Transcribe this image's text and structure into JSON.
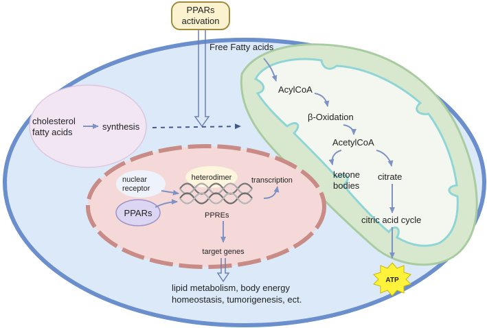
{
  "activation_label_line1": "PPARs",
  "activation_label_line2": "activation",
  "free_fatty_acids": "Free Fatty acids",
  "cholesterol_line1": "cholesterol",
  "cholesterol_line2": "fatty acids",
  "synthesis": "synthesis",
  "mito": {
    "acylcoa": "AcylCoA",
    "beta_oxidation": "β-Oxidation",
    "acetylcoa": "AcetylCoA",
    "ketone_line1": "ketone",
    "ketone_line2": "bodies",
    "citrate": "citrate",
    "citric_acid_cycle": "citric acid cycle"
  },
  "atp": "ATP",
  "nucleus": {
    "nuclear_receptor_line1": "nuclear",
    "nuclear_receptor_line2": "receptor",
    "heterodimer": "heterodimer",
    "transcription": "transcription",
    "ppars": "PPARs",
    "ppres": "PPREs",
    "target_genes": "target genes"
  },
  "outcome_line1": "lipid metabolism, body energy",
  "outcome_line2": "homeostasis, tumorigenesis, ect.",
  "colors": {
    "cell_fill": "#dce9f8",
    "cell_stroke": "#6a8fcc",
    "mito_fill": "#d8e8cf",
    "mito_stroke": "#a9cba0",
    "crista_stroke": "#8fd5d5",
    "nucleus_fill": "#f4d9d8",
    "nucleus_stroke": "#c88b86",
    "arrow": "#7f92c5",
    "atp_fill": "#fff23a"
  }
}
